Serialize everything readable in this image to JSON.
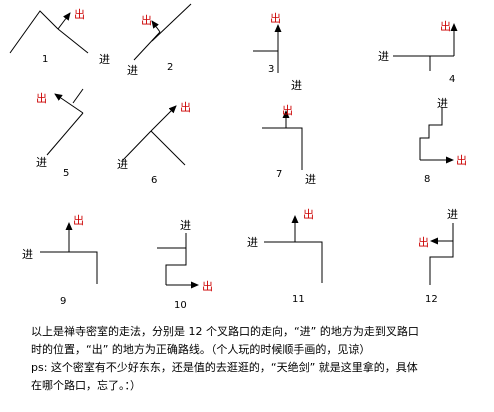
{
  "labels": {
    "in": "进",
    "out": "出"
  },
  "colors": {
    "line": "#000000",
    "out_text": "#cc0000",
    "in_text": "#000000"
  },
  "diagrams": [
    {
      "number": "1"
    },
    {
      "number": "2"
    },
    {
      "number": "3"
    },
    {
      "number": "4"
    },
    {
      "number": "5"
    },
    {
      "number": "6"
    },
    {
      "number": "7"
    },
    {
      "number": "8"
    },
    {
      "number": "9"
    },
    {
      "number": "10"
    },
    {
      "number": "11"
    },
    {
      "number": "12"
    }
  ],
  "caption": {
    "line1": "以上是禅寺密室的走法，分别是 12 个叉路口的走向，“进” 的地方为走到叉路口",
    "line2": "时的位置，“出” 的地方为正确路线。（个人玩的时候顺手画的，见谅）",
    "line3": "ps: 这个密室有不少好东东，还是值的去逛逛的，“天绝剑” 就是这里拿的，具体",
    "line4": "在哪个路口，忘了。：）"
  }
}
